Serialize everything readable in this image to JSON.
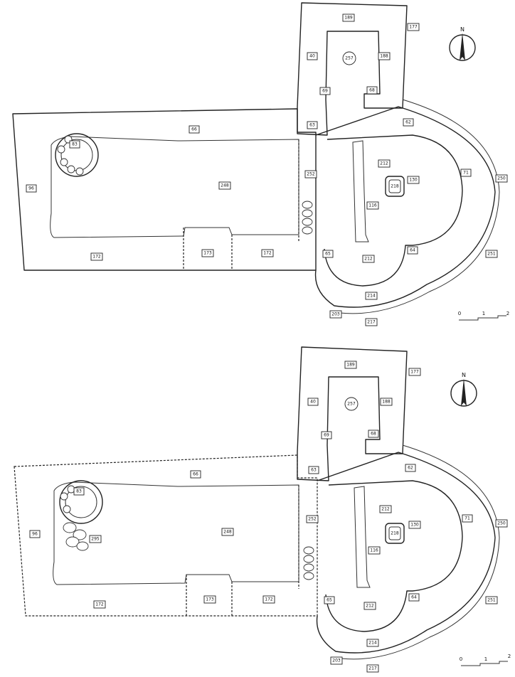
{
  "plans": [
    {
      "labels": [
        "189",
        "177",
        "40",
        "257",
        "188",
        "69",
        "68",
        "62",
        "63",
        "66",
        "83",
        "96",
        "252",
        "248",
        "212",
        "130",
        "218",
        "71",
        "250",
        "116",
        "172",
        "173",
        "172",
        "65",
        "212",
        "64",
        "251",
        "214",
        "203",
        "217"
      ]
    },
    {
      "labels": [
        "189",
        "177",
        "40",
        "257",
        "188",
        "69",
        "68",
        "62",
        "63",
        "66",
        "83",
        "96",
        "295",
        "252",
        "248",
        "212",
        "130",
        "218",
        "71",
        "250",
        "116",
        "172",
        "173",
        "172",
        "65",
        "212",
        "64",
        "251",
        "214",
        "203",
        "217"
      ]
    }
  ],
  "north": {
    "letter": "N"
  },
  "scale": {
    "ticks": [
      "0",
      "1",
      "2"
    ]
  }
}
